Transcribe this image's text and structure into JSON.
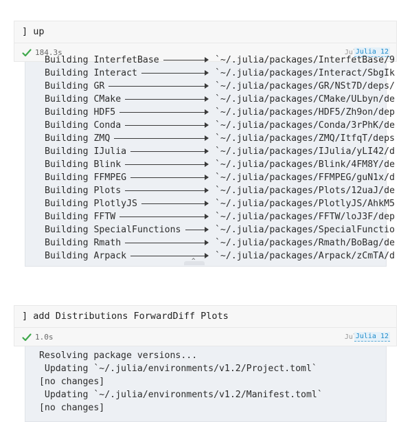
{
  "cells": [
    {
      "code": "] up",
      "runtime": "184.3s",
      "language": "Julia",
      "version": "Julia 12",
      "status_icon": "check-icon",
      "status_color": "#3ea84b",
      "output": [
        {
          "prefix": "Building ",
          "name": "InterfetBase",
          "pad": "",
          "dest": "`~/.julia/packages/InterfetBase/9"
        },
        {
          "prefix": "Building ",
          "name": "Interact",
          "dest": "`~/.julia/packages/Interact/SbgIk"
        },
        {
          "prefix": "Building ",
          "name": "GR",
          "dest": "`~/.julia/packages/GR/NSt7D/deps/"
        },
        {
          "prefix": "Building ",
          "name": "CMake",
          "dest": "`~/.julia/packages/CMake/ULbyn/de"
        },
        {
          "prefix": "Building ",
          "name": "HDF5",
          "dest": "`~/.julia/packages/HDF5/Zh9on/dep"
        },
        {
          "prefix": "Building ",
          "name": "Conda",
          "dest": "`~/.julia/packages/Conda/3rPhK/de"
        },
        {
          "prefix": "Building ",
          "name": "ZMQ",
          "dest": "`~/.julia/packages/ZMQ/ItfqT/deps"
        },
        {
          "prefix": "Building ",
          "name": "IJulia",
          "dest": "`~/.julia/packages/IJulia/yLI42/d"
        },
        {
          "prefix": "Building ",
          "name": "Blink",
          "dest": "`~/.julia/packages/Blink/4FM8Y/de"
        },
        {
          "prefix": "Building ",
          "name": "FFMPEG",
          "dest": "`~/.julia/packages/FFMPEG/guN1x/d"
        },
        {
          "prefix": "Building ",
          "name": "Plots",
          "dest": "`~/.julia/packages/Plots/12uaJ/de"
        },
        {
          "prefix": "Building ",
          "name": "PlotlyJS",
          "dest": "`~/.julia/packages/PlotlyJS/AhkM5"
        },
        {
          "prefix": "Building ",
          "name": "FFTW",
          "dest": "`~/.julia/packages/FFTW/loJ3F/dep"
        },
        {
          "prefix": "Building ",
          "name": "SpecialFunctions",
          "dest": "`~/.julia/packages/SpecialFunctio"
        },
        {
          "prefix": "Building ",
          "name": "Rmath",
          "dest": "`~/.julia/packages/Rmath/BoBag/de"
        },
        {
          "prefix": "Building ",
          "name": "Arpack",
          "dest": "`~/.julia/packages/Arpack/zCmTA/d"
        }
      ]
    },
    {
      "code": "] add Distributions ForwardDiff Plots",
      "runtime": "1.0s",
      "language": "Julia",
      "version": "Julia 12",
      "status_icon": "check-icon",
      "status_color": "#3ea84b",
      "output_text": [
        " Resolving package versions...",
        "  Updating `~/.julia/environments/v1.2/Project.toml`",
        " [no changes]",
        "  Updating `~/.julia/environments/v1.2/Manifest.toml`",
        " [no changes]"
      ]
    }
  ],
  "collapse_icon": "chevron-up-icon"
}
